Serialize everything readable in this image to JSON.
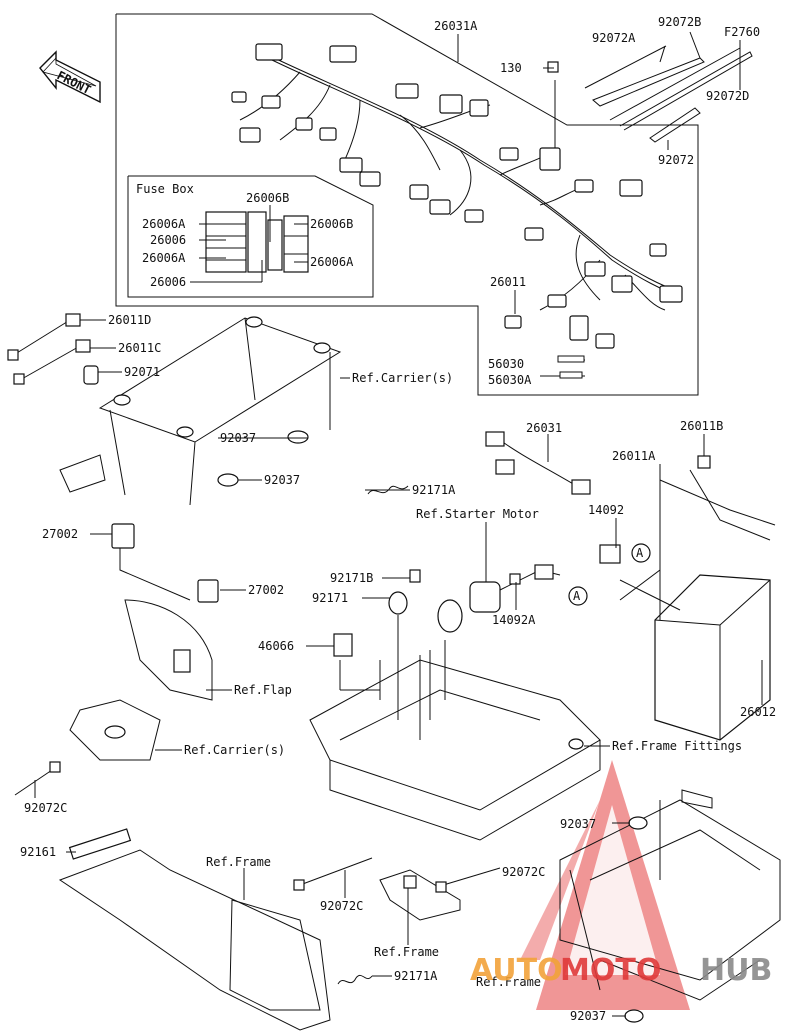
{
  "front_label": "FRONT",
  "fuse_box": {
    "title": "Fuse Box",
    "labels": [
      "26006A",
      "26006B",
      "26006A",
      "26006",
      "26006A",
      "26006B",
      "26006"
    ]
  },
  "callouts": {
    "harness_main": "26031A",
    "bolt": "130",
    "band_a": "92072A",
    "band_b": "92072B",
    "ref_code": "F2760",
    "band_d": "92072D",
    "band": "92072",
    "lead": "26011",
    "label_56030": "56030",
    "label_56030a": "56030A",
    "lead_d": "26011D",
    "lead_c": "26011C",
    "grommet": "92071",
    "ref_carrier_top": "Ref.Carrier(s)",
    "clamp_1": "92037",
    "clamp_2": "92037",
    "clip_92171a_top": "92171A",
    "sub_harness": "26031",
    "lead_b": "26011B",
    "lead_a": "26011A",
    "ref_starter": "Ref.Starter Motor",
    "cover_14092": "14092",
    "relay_1": "27002",
    "relay_2": "27002",
    "clip_b": "92171B",
    "clip": "92171",
    "connector_a_1": "A",
    "connector_a_2": "A",
    "cover_14092a": "14092A",
    "relay_46066": "46066",
    "ref_flap": "Ref.Flap",
    "battery": "26012",
    "ref_carrier_mid": "Ref.Carrier(s)",
    "ref_frame_fittings": "Ref.Frame Fittings",
    "band_c_left": "92072C",
    "clamp_3": "92037",
    "pipe": "92161",
    "ref_frame_1": "Ref.Frame",
    "band_c_mid": "92072C",
    "band_c_right": "92072C",
    "ref_frame_2": "Ref.Frame",
    "clip_92171a_bottom": "92171A",
    "ref_frame_3": "Ref.Frame",
    "clamp_4": "92037"
  },
  "watermark": {
    "part1": "AUTO",
    "part2": "MOTO",
    "part3": "HUB",
    "color_red": "#e03a3a",
    "color_orange": "#f2a33a",
    "color_gray": "#8a8a8a"
  }
}
